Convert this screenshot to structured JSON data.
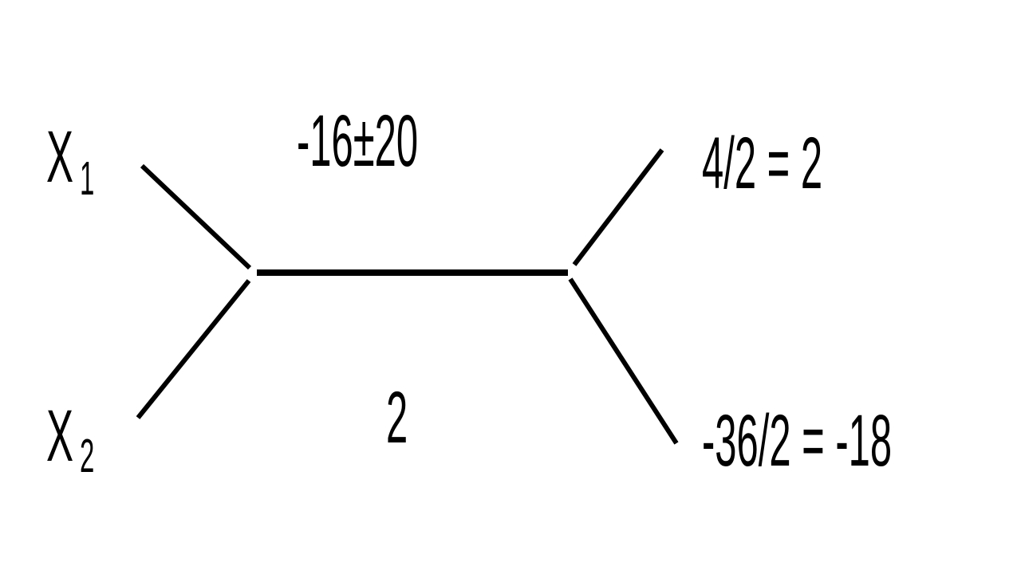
{
  "diagram": {
    "labels": {
      "x1": "X",
      "x1_sub": "1",
      "x2": "X",
      "x2_sub": "2",
      "numerator": "-16±20",
      "denominator": "2",
      "result1": "4/2 = 2",
      "result2": "-36/2 = -18"
    },
    "colors": {
      "line": "#000000",
      "background": "#ffffff"
    }
  }
}
